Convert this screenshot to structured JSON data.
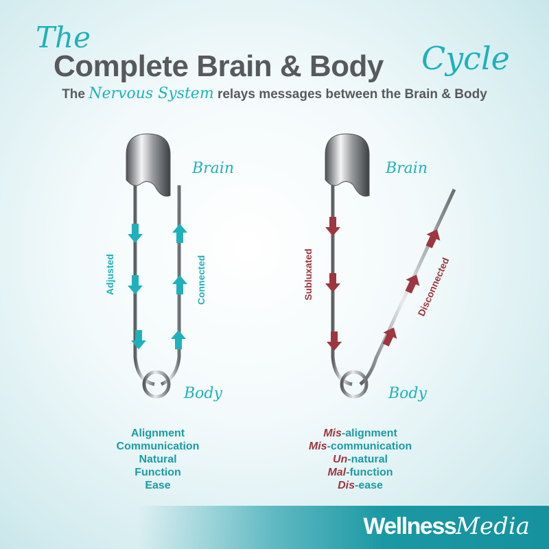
{
  "title": {
    "the": "The",
    "main": "Complete Brain & Body",
    "cycle": "Cycle"
  },
  "subtitle": {
    "pre": "The",
    "script": "Nervous System",
    "post": "relays messages between the Brain & Body"
  },
  "left_pin": {
    "top_label": "Brain",
    "bottom_label": "Body",
    "down_label": "Adjusted",
    "up_label": "Connected",
    "list": [
      "Alignment",
      "Communication",
      "Natural",
      "Function",
      "Ease"
    ]
  },
  "right_pin": {
    "top_label": "Brain",
    "bottom_label": "Body",
    "down_label": "Subluxated",
    "up_label": "Disconnected",
    "list": [
      {
        "prefix": "Mis",
        "rest": "-alignment"
      },
      {
        "prefix": "Mis",
        "rest": "-communication"
      },
      {
        "prefix": "Un",
        "rest": "-natural"
      },
      {
        "prefix": "Mal",
        "rest": "-function"
      },
      {
        "prefix": "Dis",
        "rest": "-ease"
      }
    ]
  },
  "footer": {
    "logo_a": "Wellness",
    "logo_b": "Media"
  },
  "colors": {
    "teal": "#1fb1bb",
    "red": "#9e3540",
    "grey": "#58595b"
  }
}
